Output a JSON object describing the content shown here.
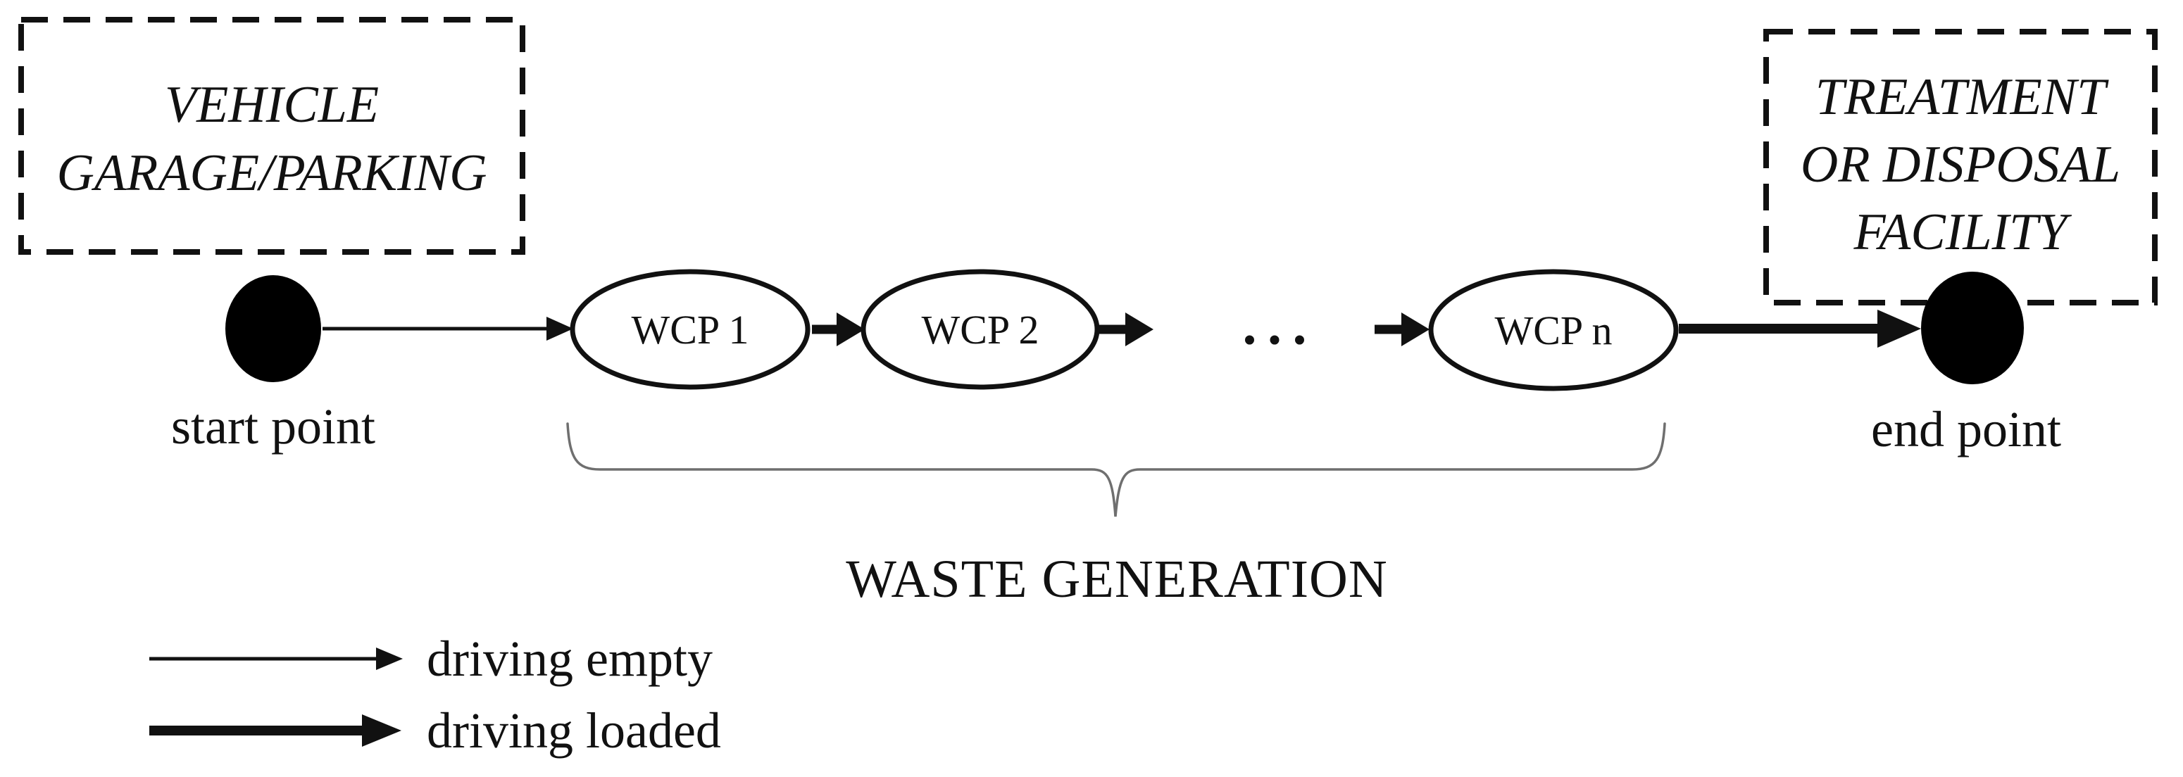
{
  "diagram": {
    "garage_box": {
      "line1": "VEHICLE",
      "line2": "GARAGE/PARKING"
    },
    "facility_box": {
      "line1": "TREATMENT",
      "line2": "OR DISPOSAL",
      "line3": "FACILITY"
    },
    "start_point_label": "start point",
    "end_point_label": "end point",
    "wcp_nodes": {
      "first": "WCP 1",
      "second": "WCP 2",
      "last": "WCP n"
    },
    "ellipsis": "...",
    "brace_label": "WASTE GENERATION",
    "legend": {
      "empty": "driving empty",
      "loaded": "driving loaded"
    },
    "colors": {
      "ink": "#111111",
      "node_fill": "#000000",
      "brace": "#6f6f6f",
      "background": "#ffffff"
    }
  }
}
